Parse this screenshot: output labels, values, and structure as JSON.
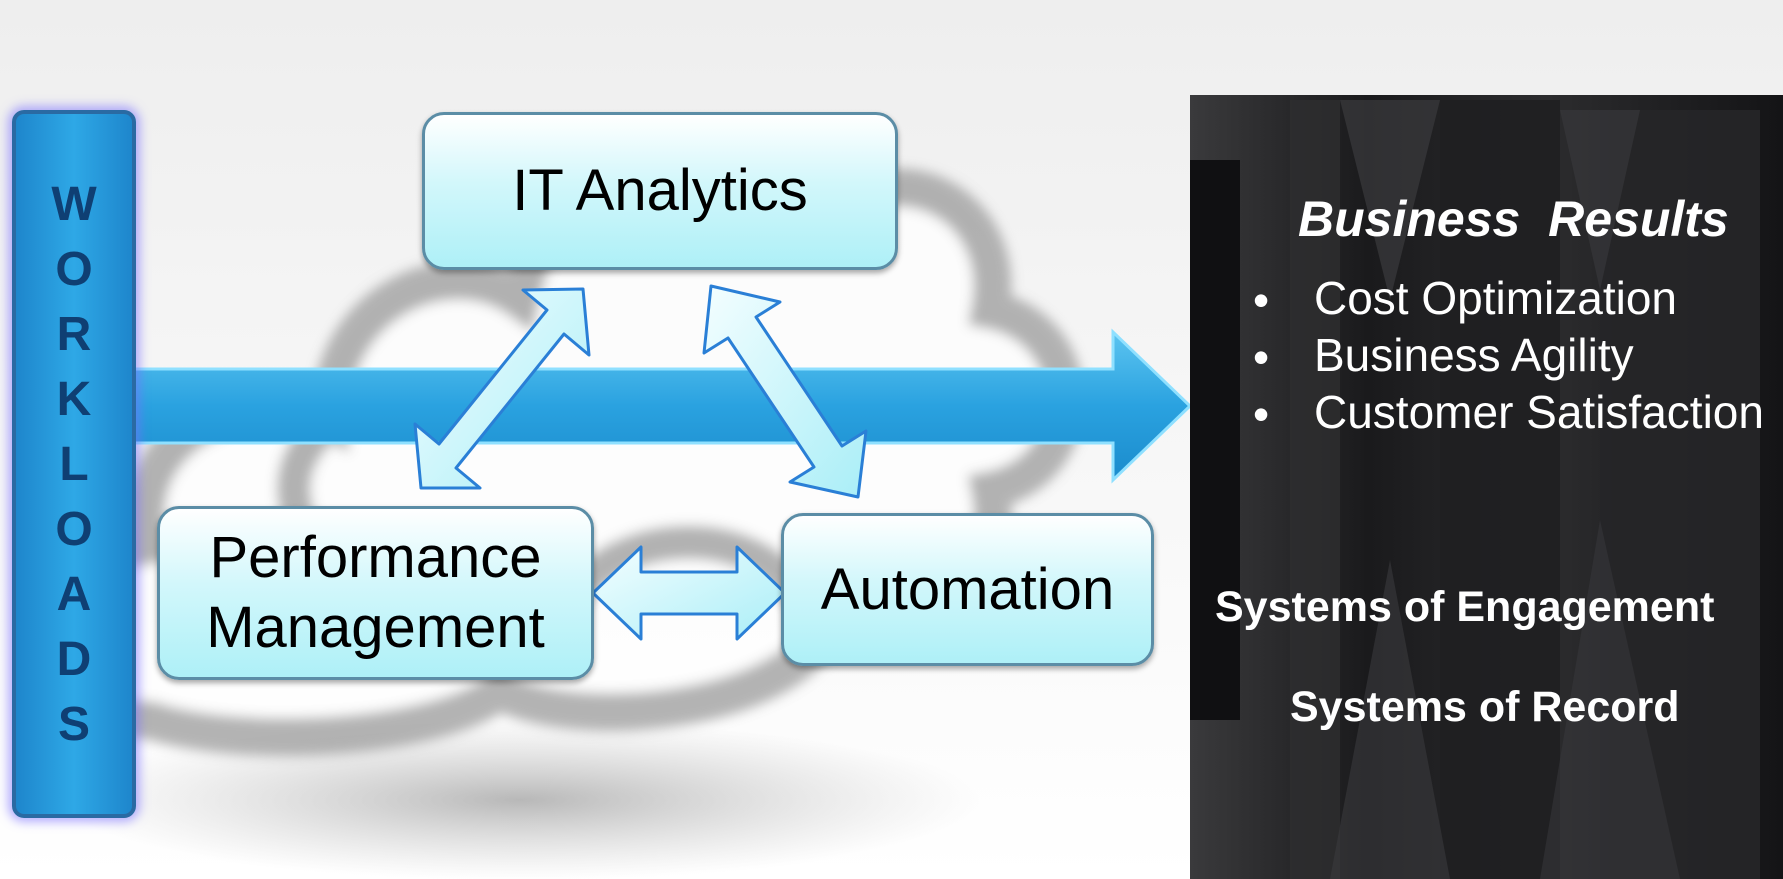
{
  "workloads": {
    "letters": [
      "W",
      "O",
      "R",
      "K",
      "L",
      "O",
      "A",
      "D",
      "S"
    ]
  },
  "boxes": {
    "it_analytics": "IT Analytics",
    "performance_line1": "Performance",
    "performance_line2": "Management",
    "automation": "Automation"
  },
  "business_results": {
    "title": "Business  Results",
    "items": [
      "Cost Optimization",
      "Business Agility",
      "Customer Satisfaction"
    ]
  },
  "systems_of_engagement": "Systems of Engagement",
  "systems_of_record": "Systems of Record",
  "colors": {
    "arrow_blue": "#2ba6e3",
    "box_fill": "#c8f5fa",
    "workloads_text": "#0f3f73",
    "server_dark": "#1c1c1e"
  }
}
